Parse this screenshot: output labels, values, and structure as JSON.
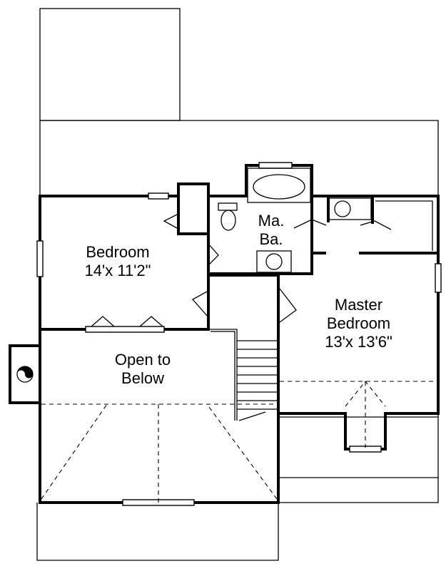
{
  "rooms": {
    "bedroom": {
      "name": "Bedroom",
      "size": "14'x 11'2\""
    },
    "master_bath": {
      "line1": "Ma.",
      "line2": "Ba."
    },
    "master_bedroom": {
      "name": "Master",
      "name2": "Bedroom",
      "size": "13'x 13'6\""
    },
    "open_to_below": {
      "line1": "Open to",
      "line2": "Below"
    }
  },
  "colors": {
    "lines": "#000000",
    "background": "#ffffff"
  }
}
